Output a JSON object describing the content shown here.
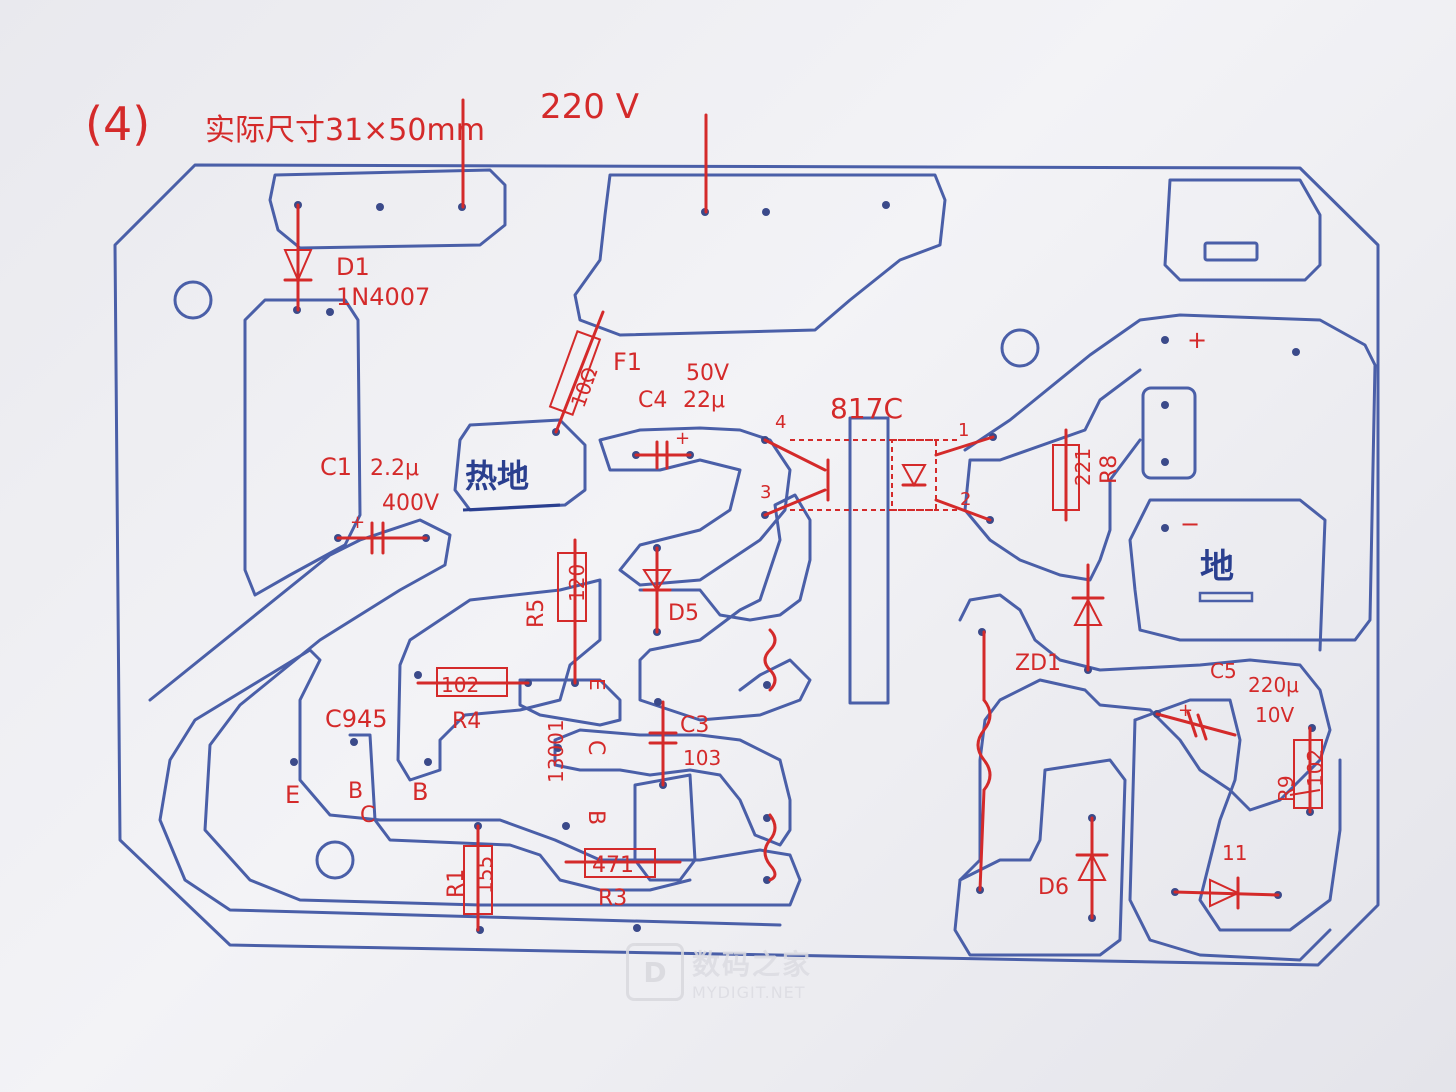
{
  "header": {
    "number": "(4)",
    "size_note": "实际尺寸31×50mm",
    "voltage": "220 V"
  },
  "components": {
    "d1": "D1",
    "d1_part": "1N4007",
    "f1": "F1",
    "f1_value": "10Ω",
    "c4": "C4",
    "c4_voltage": "50V",
    "c4_value": "22μ",
    "opto": "817C",
    "c1": "C1",
    "c1_value": "2.2μ",
    "c1_voltage": "400V",
    "hot_ground": "热地",
    "r8_value": "221",
    "r8": "R8",
    "ground": "地",
    "r5": "R5",
    "r5_value": "120",
    "d5": "D5",
    "zd1": "ZD1",
    "c5": "C5",
    "c5_value": "220μ",
    "c5_voltage": "10V",
    "r4_value": "102",
    "r4": "R4",
    "c945": "C945",
    "c3": "C3",
    "c3_value": "103",
    "t13001": "13001",
    "r9": "R9",
    "r9_value": "102",
    "r1": "R1",
    "r1_value": "155",
    "r3_value": "471",
    "r3": "R3",
    "d6": "D6"
  },
  "pins": {
    "e_left": "E",
    "b_left": "B",
    "c_left": "C",
    "b_mid": "B",
    "e_945": "E",
    "c_13001": "C",
    "b_13001": "B",
    "opto_pin1": "1",
    "opto_pin2": "2",
    "opto_pin3": "3",
    "opto_pin4": "4",
    "plus": "+",
    "minus": "−",
    "d7": "11"
  },
  "watermark": {
    "cn": "数码之家",
    "en": "MYDIGIT.NET",
    "logo": "D"
  },
  "colors": {
    "ink_red": "#d42a2a",
    "ink_blue": "#4a5fa8",
    "paper": "#efeff3"
  }
}
